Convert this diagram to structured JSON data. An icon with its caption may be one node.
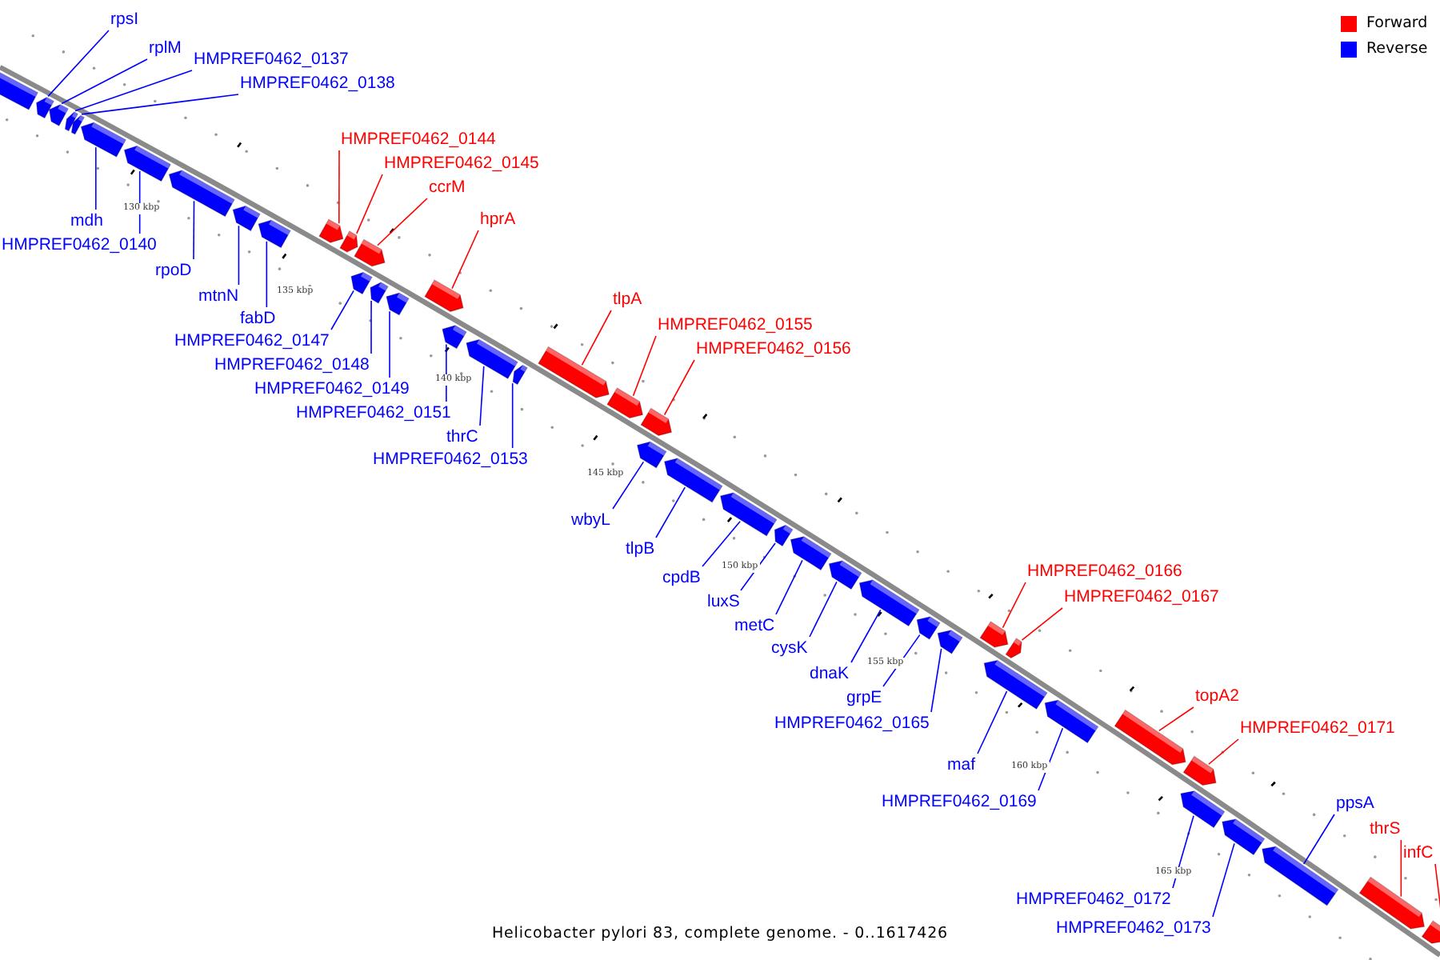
{
  "diagram": {
    "caption": "Helicobacter pylori 83, complete genome. - 0..1617426",
    "nodes": [
      {
        "text": [],
        "shape": "bar"
      },
      {
        "text": [
          "rpsI"
        ]
      },
      {
        "text": [],
        "shape": "bar"
      },
      {
        "text": [
          "rplM"
        ]
      },
      {
        "text": [],
        "shape": "bar"
      },
      {
        "text": [
          "HMPREF0462_0137"
        ]
      },
      {
        "text": [],
        "shape": "bar"
      },
      {
        "text": [
          "HMPREF0462_0138"
        ]
      },
      {
        "text": [],
        "shape": "bar"
      },
      {
        "text": [
          "mdh"
        ]
      },
      {
        "text": [],
        "shape": "bar"
      },
      {
        "text": [
          "HMPREF0462_0140"
        ]
      },
      {
        "text": [],
        "shape": "bar"
      },
      {
        "text": [
          "rpoD"
        ]
      },
      {
        "text": [],
        "shape": "bar"
      },
      {
        "text": [
          "mtnN"
        ]
      },
      {
        "text": [],
        "shape": "bar"
      },
      {
        "text": [
          "fabD"
        ]
      },
      {
        "text": [],
        "shape": "bar"
      },
      {
        "text": [
          "HMPREF0462_0144"
        ]
      },
      {
        "text": [],
        "shape": "bar"
      },
      {
        "text": [
          "HMPREF0462_0145"
        ]
      },
      {
        "text": [],
        "shape": "bar"
      },
      {
        "text": [
          "ccrM"
        ]
      },
      {
        "text": [],
        "shape": "bar"
      },
      {
        "text": [
          "HMPREF0462_0147"
        ]
      },
      {
        "text": [],
        "shape": "bar"
      },
      {
        "text": [
          "HMPREF0462_0148"
        ]
      },
      {
        "text": [],
        "shape": "bar"
      },
      {
        "text": [
          "HMPREF0462_0149"
        ]
      },
      {
        "text": [],
        "shape": "bar"
      },
      {
        "text": [
          "hprA"
        ]
      },
      {
        "text": [],
        "shape": "bar"
      },
      {
        "text": [
          "HMPREF0462_0151"
        ]
      },
      {
        "text": [],
        "shape": "bar"
      },
      {
        "text": [
          "thrC"
        ]
      },
      {
        "text": [],
        "shape": "bar"
      },
      {
        "text": [
          "HMPREF0462_0153"
        ]
      },
      {
        "text": [],
        "shape": "bar"
      },
      {
        "text": [
          "tlpA"
        ]
      },
      {
        "text": [],
        "shape": "bar"
      },
      {
        "text": [
          "HMPREF0462_0155"
        ]
      },
      {
        "text": [],
        "shape": "bar"
      },
      {
        "text": [
          "HMPREF0462_0156"
        ]
      },
      {
        "text": [],
        "shape": "bar"
      },
      {
        "text": [
          "wbyL"
        ]
      },
      {
        "text": [],
        "shape": "bar"
      },
      {
        "text": [
          "tlpB"
        ]
      },
      {
        "text": [],
        "shape": "bar"
      },
      {
        "text": [
          "cpdB"
        ]
      },
      {
        "text": [],
        "shape": "bar"
      },
      {
        "text": [
          "luxS"
        ]
      },
      {
        "text": [],
        "shape": "bar"
      },
      {
        "text": [
          "metC"
        ]
      },
      {
        "text": [],
        "shape": "bar"
      },
      {
        "text": [
          "cysK"
        ]
      },
      {
        "text": [],
        "shape": "bar"
      },
      {
        "text": [
          "dnaK"
        ]
      },
      {
        "text": [],
        "shape": "bar"
      },
      {
        "text": [
          "grpE"
        ]
      },
      {
        "text": [],
        "shape": "bar"
      },
      {
        "text": [
          "HMPREF0462_0165"
        ]
      },
      {
        "text": [],
        "shape": "bar"
      },
      {
        "text": [
          "HMPREF0462_0166"
        ]
      },
      {
        "text": [],
        "shape": "bar"
      },
      {
        "text": [
          "HMPREF0462_0167"
        ]
      },
      {
        "text": [],
        "shape": "bar"
      },
      {
        "text": [
          "maf"
        ]
      },
      {
        "text": [],
        "shape": "bar"
      },
      {
        "text": [
          "HMPREF0462_0169"
        ]
      },
      {
        "text": [],
        "shape": "bar"
      },
      {
        "text": [
          "topA2"
        ]
      },
      {
        "text": [],
        "shape": "bar"
      },
      {
        "text": [
          "HMPREF0462_0171"
        ]
      },
      {
        "text": [],
        "shape": "bar"
      },
      {
        "text": [
          "HMPREF0462_0172"
        ]
      },
      {
        "text": [],
        "shape": "bar"
      },
      {
        "text": [
          "HMPREF0462_0173"
        ]
      },
      {
        "text": [],
        "shape": "bar"
      },
      {
        "text": [
          "ppsA"
        ]
      },
      {
        "text": [],
        "shape": "bar"
      },
      {
        "text": [
          "thrS"
        ]
      },
      {
        "text": [],
        "shape": "bar"
      },
      {
        "text": [
          "infC"
        ]
      },
      {
        "text": [],
        "shape": "bar"
      }
    ],
    "edges": [
      {
        "from": 1,
        "to": 2,
        "arrow": "none"
      },
      {
        "from": 3,
        "to": 4,
        "arrow": "none"
      },
      {
        "from": 5,
        "to": 6,
        "arrow": "none"
      },
      {
        "from": 7,
        "to": 8,
        "arrow": "none"
      },
      {
        "from": 9,
        "to": 10,
        "arrow": "none"
      },
      {
        "from": 11,
        "to": 12,
        "arrow": "none"
      },
      {
        "from": 13,
        "to": 14,
        "arrow": "none"
      },
      {
        "from": 15,
        "to": 16,
        "arrow": "none"
      },
      {
        "from": 17,
        "to": 18,
        "arrow": "none"
      },
      {
        "from": 19,
        "to": 20,
        "arrow": "none",
        "color": "#ff0000"
      },
      {
        "from": 21,
        "to": 22,
        "arrow": "none",
        "color": "#ff0000"
      },
      {
        "from": 23,
        "to": 24,
        "arrow": "none",
        "color": "#ff0000"
      },
      {
        "from": 25,
        "to": 26,
        "arrow": "none"
      },
      {
        "from": 27,
        "to": 28,
        "arrow": "none"
      },
      {
        "from": 29,
        "to": 30,
        "arrow": "none"
      },
      {
        "from": 31,
        "to": 32,
        "arrow": "none",
        "color": "#ff0000"
      },
      {
        "from": 33,
        "to": 34,
        "arrow": "none"
      },
      {
        "from": 35,
        "to": 36,
        "arrow": "none"
      },
      {
        "from": 37,
        "to": 38,
        "arrow": "none"
      },
      {
        "from": 39,
        "to": 40,
        "arrow": "none",
        "color": "#ff0000"
      },
      {
        "from": 41,
        "to": 42,
        "arrow": "none",
        "color": "#ff0000"
      },
      {
        "from": 43,
        "to": 44,
        "arrow": "none",
        "color": "#ff0000"
      },
      {
        "from": 45,
        "to": 46,
        "arrow": "none"
      },
      {
        "from": 47,
        "to": 48,
        "arrow": "none"
      },
      {
        "from": 49,
        "to": 50,
        "arrow": "none"
      },
      {
        "from": 51,
        "to": 52,
        "arrow": "none"
      },
      {
        "from": 53,
        "to": 54,
        "arrow": "none"
      },
      {
        "from": 55,
        "to": 56,
        "arrow": "none"
      },
      {
        "from": 57,
        "to": 58,
        "arrow": "none"
      },
      {
        "from": 59,
        "to": 60,
        "arrow": "none"
      },
      {
        "from": 61,
        "to": 62,
        "arrow": "none"
      },
      {
        "from": 63,
        "to": 64,
        "arrow": "none",
        "color": "#ff0000"
      },
      {
        "from": 65,
        "to": 66,
        "arrow": "none",
        "color": "#ff0000"
      },
      {
        "from": 67,
        "to": 68,
        "arrow": "none"
      },
      {
        "from": 69,
        "to": 70,
        "arrow": "none"
      },
      {
        "from": 71,
        "to": 72,
        "arrow": "none",
        "color": "#ff0000"
      },
      {
        "from": 73,
        "to": 74,
        "arrow": "none",
        "color": "#ff0000"
      },
      {
        "from": 75,
        "to": 76,
        "arrow": "none"
      },
      {
        "from": 77,
        "to": 78,
        "arrow": "none"
      },
      {
        "from": 79,
        "to": 80,
        "arrow": "none"
      },
      {
        "from": 81,
        "to": 82,
        "arrow": "none",
        "color": "#ff0000"
      },
      {
        "from": 83,
        "to": 84,
        "arrow": "none",
        "color": "#ff0000"
      }
    ],
    "labels": [
      "130 kbp",
      "135 kbp",
      "140 kbp",
      "145 kbp",
      "150 kbp",
      "155 kbp",
      "160 kbp",
      "165 kbp"
    ],
    "legend": [
      {
        "text": "Forward",
        "color": "#ff0000"
      },
      {
        "text": "Reverse",
        "color": "#0000ff"
      }
    ]
  }
}
